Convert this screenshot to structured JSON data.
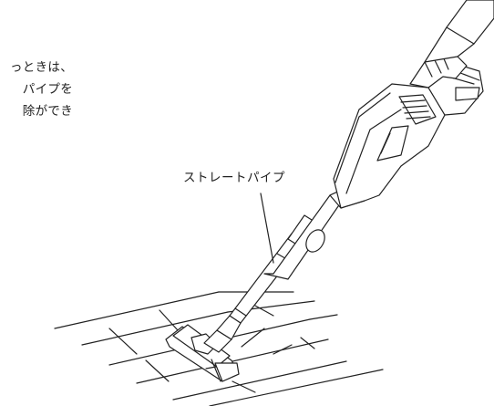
{
  "instruction": {
    "lines": [
      "っときは、",
      "パイプを",
      "除ができ"
    ]
  },
  "callout": {
    "label": "ストレートパイプ"
  },
  "colors": {
    "line": "#222222",
    "fill": "#ffffff"
  },
  "icons": {
    "illustration": "vacuum-cleaner-with-straight-pipe"
  }
}
